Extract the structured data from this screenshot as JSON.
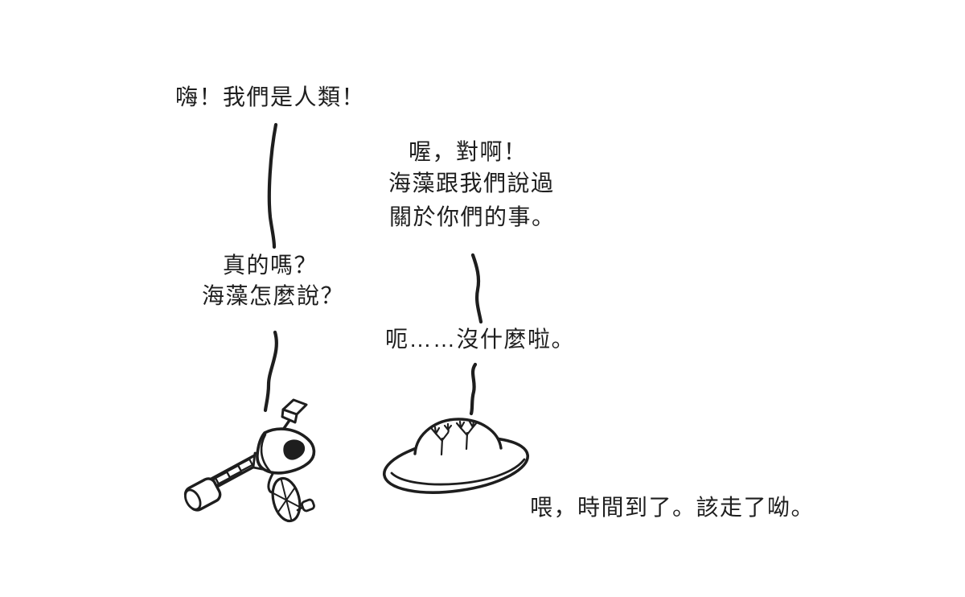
{
  "comic": {
    "colors": {
      "ink": "#1e1e1e",
      "background": "#ffffff"
    },
    "dialogue": {
      "probe_greeting": "嗨！我們是人類！",
      "alien_reply_l1": "喔，對啊！",
      "alien_reply_l2": "海藻跟我們說過",
      "alien_reply_l3": "關於你們的事。",
      "probe_question_l1": "真的嗎？",
      "probe_question_l2": "海藻怎麼說？",
      "alien_deflect": "呃……沒什麼啦。",
      "alien_exit": "喂，時間到了。該走了呦。"
    },
    "illustrations": {
      "probe": "voyager-style-space-probe",
      "ufo": "flying-saucer-with-two-aliens"
    }
  }
}
